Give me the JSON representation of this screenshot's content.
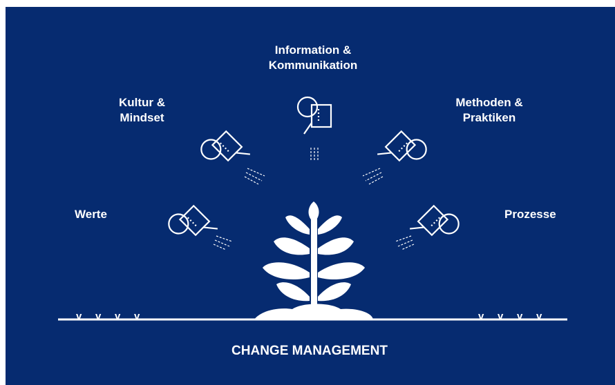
{
  "diagram": {
    "colors": {
      "background": "#062B70",
      "foreground": "#ffffff"
    },
    "labels": {
      "information": "Information &\nKommunikation",
      "kultur": "Kultur &\nMindset",
      "methoden": "Methoden &\nPraktiken",
      "werte": "Werte",
      "prozesse": "Prozesse"
    },
    "title": "CHANGE MANAGEMENT",
    "grass_marks": [
      "v",
      "v",
      "v",
      "v"
    ],
    "icons": [
      "watering-can-icon",
      "plant-icon"
    ]
  }
}
